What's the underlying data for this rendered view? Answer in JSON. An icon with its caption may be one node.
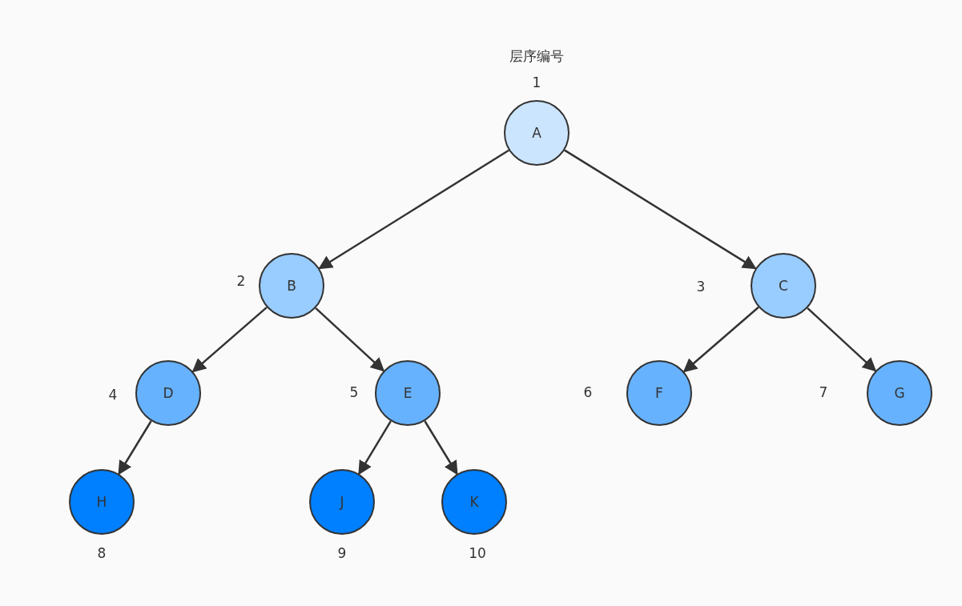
{
  "diagram": {
    "title": "层序编号",
    "nodes": [
      {
        "text": [
          "A"
        ],
        "beside": [
          "1"
        ]
      },
      {
        "text": [
          "B"
        ],
        "beside": [
          "2"
        ]
      },
      {
        "text": [
          "C"
        ],
        "beside": [
          "3"
        ]
      },
      {
        "text": [
          "D"
        ],
        "beside": [
          "4"
        ]
      },
      {
        "text": [
          "E"
        ],
        "beside": [
          "5"
        ]
      },
      {
        "text": [
          "F"
        ],
        "beside": [
          "6"
        ]
      },
      {
        "text": [
          "G"
        ],
        "beside": [
          "7"
        ]
      },
      {
        "text": [
          "H"
        ],
        "beside": [
          "8"
        ]
      },
      {
        "text": [
          "J"
        ],
        "beside": [
          "9"
        ]
      },
      {
        "text": [
          "K"
        ],
        "beside": [
          "10"
        ]
      }
    ],
    "edges": [
      {
        "from": 0,
        "to": 1,
        "arrow": "to"
      },
      {
        "from": 0,
        "to": 2,
        "arrow": "to"
      },
      {
        "from": 1,
        "to": 3,
        "arrow": "to"
      },
      {
        "from": 1,
        "to": 4,
        "arrow": "to"
      },
      {
        "from": 2,
        "to": 5,
        "arrow": "to"
      },
      {
        "from": 2,
        "to": 6,
        "arrow": "to"
      },
      {
        "from": 3,
        "to": 7,
        "arrow": "to"
      },
      {
        "from": 4,
        "to": 8,
        "arrow": "to"
      },
      {
        "from": 4,
        "to": 9,
        "arrow": "to"
      }
    ]
  }
}
